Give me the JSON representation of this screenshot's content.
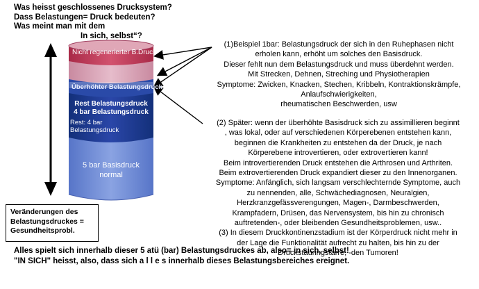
{
  "header": {
    "line1": "Was heisst geschlossenes Drucksystem?",
    "line2": "Dass Belastungen= Druck bedeuten?",
    "line3": "Was meint man mit dem",
    "line4": "In sich, selbst“?"
  },
  "cylinder": {
    "segments": [
      {
        "label": "Nicht regenerierter B.Druck",
        "color": "#c9405e"
      },
      {
        "label": "Überhöhter Belastungsdruck",
        "color": "#1c3a8c"
      },
      {
        "label": "Rest  Belastungsdruck",
        "label2": "4 bar Belastungsdruck",
        "color": "#2a46a8"
      },
      {
        "label": "Rest: 4 bar",
        "label2": "Belastungsdruck",
        "color": "#2a46a8"
      },
      {
        "label": "5 bar Basisdruck",
        "label2": "normal",
        "color": "#6f8dd8"
      }
    ],
    "top_color": "#d6a0b0"
  },
  "box": {
    "line1": "Veränderungen des",
    "line2": "Belastungsdruckes =",
    "line3": "Gesundheitsprobl."
  },
  "note1": {
    "lines": [
      "(1)Beispiel 1bar:  Belastungsdruck der sich in den Ruhephasen nicht",
      "erholen kann, erhöht um solches den Basisdruck.",
      "Dieser fehlt nun dem Belastungsdruck und muss überdehnt werden.",
      "Mit Strecken, Dehnen, Streching und Physiotherapien",
      "Symptome: Zwicken, Knacken, Stechen, Kribbeln, Kontraktionskrämpfe,",
      "Anlaufschwierigkeiten,",
      "rheumatischen Beschwerden, usw"
    ]
  },
  "note2": {
    "lines": [
      "(2)  Später: wenn der überhöhte Basisdruck sich zu  assimillieren beginnt",
      ", was lokal, oder auf verschiedenen Körperebenen entstehen kann,",
      "beginnen die Krankheiten zu entstehen da der Druck, je nach",
      "Körperebene introvertieren, oder extrovertieren kann!",
      "Beim introvertierenden Druck entstehen die Arthrosen und Arthriten.",
      "Beim extrovertierenden Druck expandiert dieser zu den Innenorganen.",
      "Symptome: Anfänglich, sich langsam verschlechternde Symptome, auch",
      "zu nennenden, alle, Schwächediagnosen, Neuralgien,",
      "Herzkranzgefässverengungen, Magen-, Darmbeschwerden,",
      "Krampfadern, Drüsen, das Nervensystem, bis hin zu chronisch",
      "auftretenden-, oder bleibenden Gesundheitsproblemen, usw..",
      "(3) In diesem Druckkontinenzstadium ist der Körperdruck nicht mehr  in",
      "der Lage die Funktionalität aufrecht zu halten, bis hin zu der",
      "Druckstauringstarre, -den Tumoren!"
    ]
  },
  "footer": {
    "line1": "Alles spielt sich innerhalb dieser 5 atü (bar) Belastungsdruckes ab, also= in sich, selbst!",
    "line2": "\"IN SICH\" heisst, also, dass sich a l l e s innerhalb dieses Belastungsbereiches ereignet."
  }
}
